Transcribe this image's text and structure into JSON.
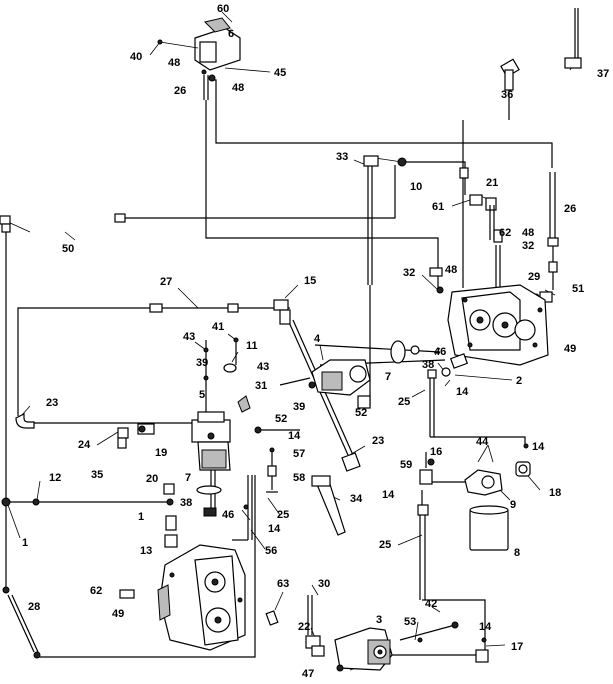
{
  "diagram": {
    "callouts": [
      {
        "id": "c60",
        "label": "60"
      },
      {
        "id": "c6",
        "label": "6"
      },
      {
        "id": "c40",
        "label": "40"
      },
      {
        "id": "c48a",
        "label": "48"
      },
      {
        "id": "c45",
        "label": "45"
      },
      {
        "id": "c48b",
        "label": "48"
      },
      {
        "id": "c26a",
        "label": "26"
      },
      {
        "id": "c37",
        "label": "37"
      },
      {
        "id": "c36",
        "label": "36"
      },
      {
        "id": "c33",
        "label": "33"
      },
      {
        "id": "c10",
        "label": "10"
      },
      {
        "id": "c21",
        "label": "21"
      },
      {
        "id": "c61",
        "label": "61"
      },
      {
        "id": "c48c",
        "label": "48"
      },
      {
        "id": "c26b",
        "label": "26"
      },
      {
        "id": "c32a",
        "label": "32"
      },
      {
        "id": "c62a",
        "label": "62"
      },
      {
        "id": "c50",
        "label": "50"
      },
      {
        "id": "c32b",
        "label": "32"
      },
      {
        "id": "c48d",
        "label": "48"
      },
      {
        "id": "c29",
        "label": "29"
      },
      {
        "id": "c51",
        "label": "51"
      },
      {
        "id": "c27",
        "label": "27"
      },
      {
        "id": "c15",
        "label": "15"
      },
      {
        "id": "c43a",
        "label": "43"
      },
      {
        "id": "c41",
        "label": "41"
      },
      {
        "id": "c11",
        "label": "11"
      },
      {
        "id": "c4",
        "label": "4"
      },
      {
        "id": "c49a",
        "label": "49"
      },
      {
        "id": "c39a",
        "label": "39"
      },
      {
        "id": "c43b",
        "label": "43"
      },
      {
        "id": "c46a",
        "label": "46"
      },
      {
        "id": "c5",
        "label": "5"
      },
      {
        "id": "c31",
        "label": "31"
      },
      {
        "id": "c7a",
        "label": "7"
      },
      {
        "id": "c38a",
        "label": "38"
      },
      {
        "id": "c2",
        "label": "2"
      },
      {
        "id": "c39b",
        "label": "39"
      },
      {
        "id": "c23a",
        "label": "23"
      },
      {
        "id": "c25a",
        "label": "25"
      },
      {
        "id": "c14a",
        "label": "14"
      },
      {
        "id": "c52a",
        "label": "52"
      },
      {
        "id": "c52b",
        "label": "52"
      },
      {
        "id": "c14b",
        "label": "14"
      },
      {
        "id": "c24",
        "label": "24"
      },
      {
        "id": "c19",
        "label": "19"
      },
      {
        "id": "c23b",
        "label": "23"
      },
      {
        "id": "c44",
        "label": "44"
      },
      {
        "id": "c57",
        "label": "57"
      },
      {
        "id": "c14c",
        "label": "14"
      },
      {
        "id": "c16",
        "label": "16"
      },
      {
        "id": "c35",
        "label": "35"
      },
      {
        "id": "c7b",
        "label": "7"
      },
      {
        "id": "c58",
        "label": "58"
      },
      {
        "id": "c59",
        "label": "59"
      },
      {
        "id": "c18",
        "label": "18"
      },
      {
        "id": "c12",
        "label": "12"
      },
      {
        "id": "c20",
        "label": "20"
      },
      {
        "id": "c14d",
        "label": "14"
      },
      {
        "id": "c34",
        "label": "34"
      },
      {
        "id": "c9",
        "label": "9"
      },
      {
        "id": "c1a",
        "label": "1"
      },
      {
        "id": "c38b",
        "label": "38"
      },
      {
        "id": "c46b",
        "label": "46"
      },
      {
        "id": "c25b",
        "label": "25"
      },
      {
        "id": "c14e",
        "label": "14"
      },
      {
        "id": "c1b",
        "label": "1"
      },
      {
        "id": "c13",
        "label": "13"
      },
      {
        "id": "c56",
        "label": "56"
      },
      {
        "id": "c25c",
        "label": "25"
      },
      {
        "id": "c8",
        "label": "8"
      },
      {
        "id": "c63",
        "label": "63"
      },
      {
        "id": "c30",
        "label": "30"
      },
      {
        "id": "c62b",
        "label": "62"
      },
      {
        "id": "c28",
        "label": "28"
      },
      {
        "id": "c49b",
        "label": "49"
      },
      {
        "id": "c42",
        "label": "42"
      },
      {
        "id": "c3",
        "label": "3"
      },
      {
        "id": "c53",
        "label": "53"
      },
      {
        "id": "c14f",
        "label": "14"
      },
      {
        "id": "c22",
        "label": "22"
      },
      {
        "id": "c17",
        "label": "17"
      },
      {
        "id": "c47",
        "label": "47"
      }
    ]
  }
}
